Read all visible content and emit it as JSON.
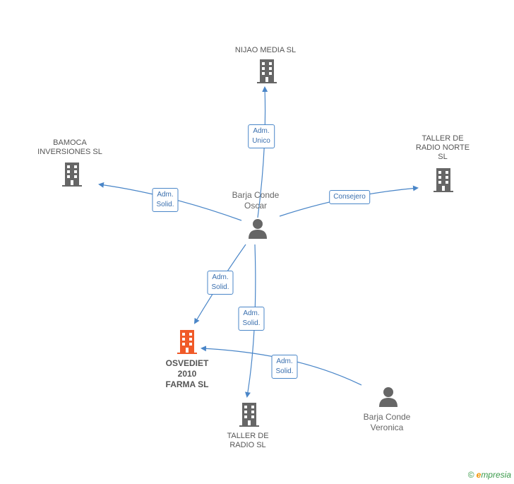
{
  "nodes": {
    "nijao": {
      "label": "NIJAO MEDIA  SL"
    },
    "bamoca": {
      "label": "BAMOCA\nINVERSIONES SL"
    },
    "taller_norte": {
      "label": "TALLER DE\nRADIO NORTE\nSL"
    },
    "oscar": {
      "label": "Barja Conde\nOscar"
    },
    "osvediet": {
      "label": "OSVEDIET\n2010\nFARMA SL"
    },
    "taller_radio": {
      "label": "TALLER DE\nRADIO SL"
    },
    "veronica": {
      "label": "Barja Conde\nVeronica"
    }
  },
  "edges": {
    "oscar_nijao": "Adm.\nUnico",
    "oscar_bamoca": "Adm.\nSolid.",
    "oscar_taller_norte": "Consejero",
    "oscar_osvediet": "Adm.\nSolid.",
    "oscar_taller_radio": "Adm.\nSolid.",
    "veronica_osvediet": "Adm.\nSolid."
  },
  "colors": {
    "edge": "#4a86c8",
    "company_icon": "#666666",
    "main_company_icon": "#f05a28",
    "person_icon": "#666666"
  },
  "footer": {
    "copyright": "©",
    "brand_e": "e",
    "brand_rest": "mpresia"
  }
}
